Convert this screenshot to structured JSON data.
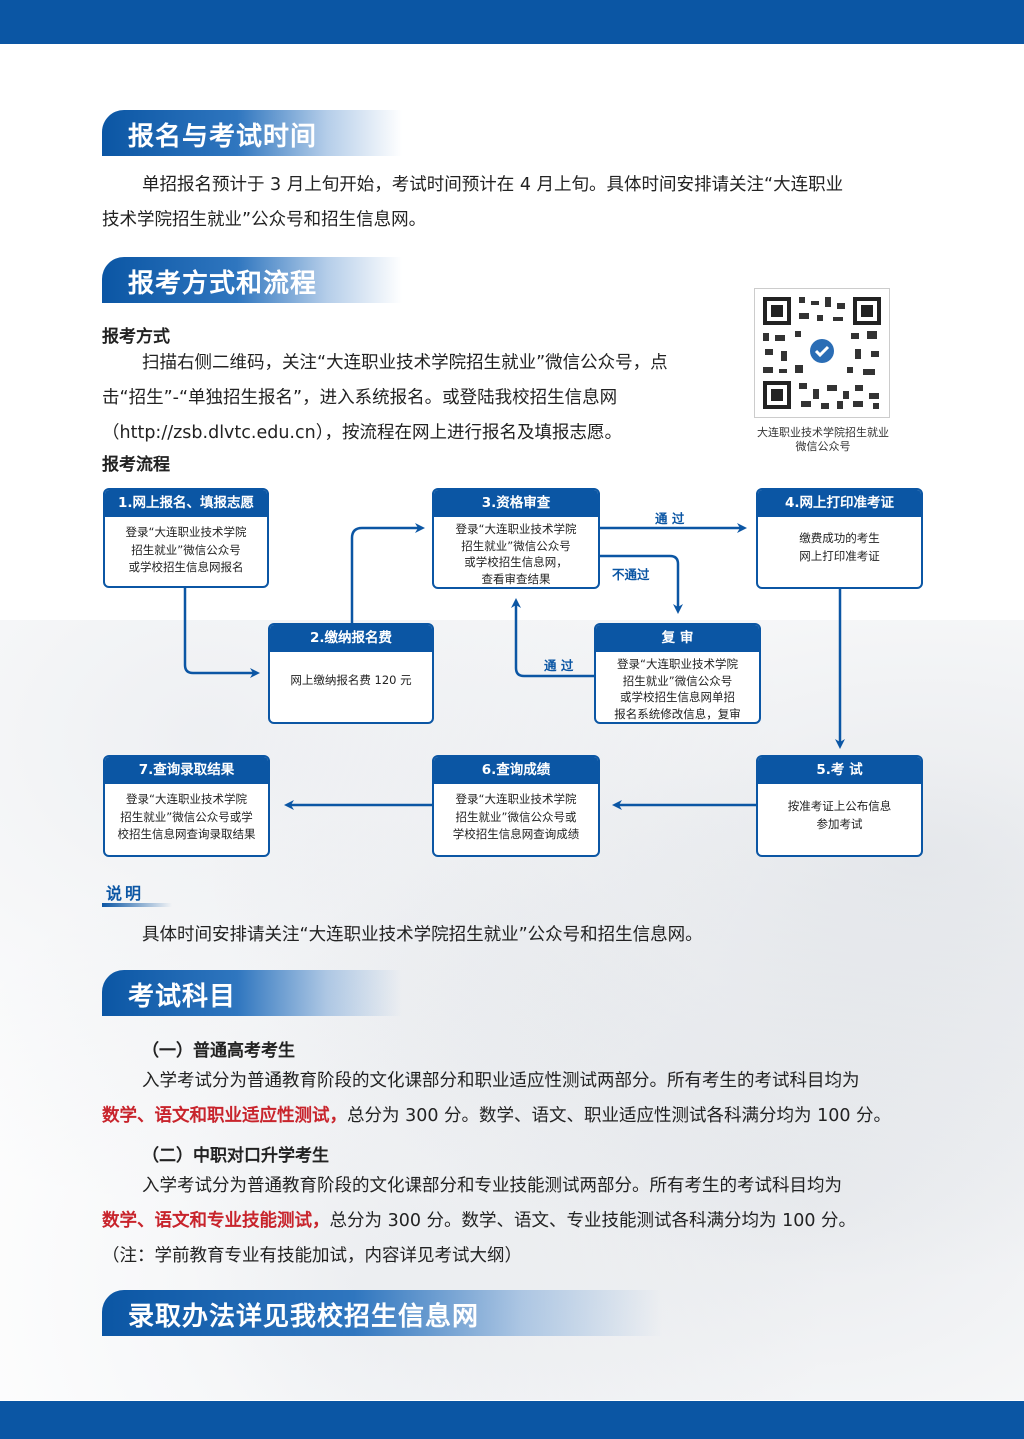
{
  "sections": {
    "s1": {
      "title": "报名与考试时间"
    },
    "s2": {
      "title": "报考方式和流程"
    },
    "s3": {
      "title": "考试科目"
    },
    "s4": {
      "title": "录取办法详见我校招生信息网"
    }
  },
  "time_para": {
    "line1": "单招报名预计于 3 月上旬开始，考试时间预计在 4 月上旬。具体时间安排请关注“大连职业",
    "line2": "技术学院招生就业”公众号和招生信息网。"
  },
  "method": {
    "heading": "报考方式",
    "line1": "扫描右侧二维码，关注“大连职业技术学院招生就业”微信公众号，点",
    "line2": "击“招生”-“单独招生报名”，进入系统报名。或登陆我校招生信息网",
    "line3": "（http://zsb.dlvtc.edu.cn），按流程在网上进行报名及填报志愿。"
  },
  "qr": {
    "caption_line1": "大连职业技术学院招生就业",
    "caption_line2": "微信公众号"
  },
  "process": {
    "heading": "报考流程",
    "step1": {
      "title": "1.网上报名、填报志愿",
      "l1": "登录“大连职业技术学院",
      "l2": "招生就业”微信公众号",
      "l3": "或学校招生信息网报名"
    },
    "step2": {
      "title": "2.缴纳报名费",
      "l1": "网上缴纳报名费 120 元"
    },
    "step3": {
      "title": "3.资格审查",
      "l1": "登录“大连职业技术学院",
      "l2": "招生就业”微信公众号",
      "l3": "或学校招生信息网，",
      "l4": "查看审查结果"
    },
    "step4": {
      "title": "4.网上打印准考证",
      "l1": "缴费成功的考生",
      "l2": "网上打印准考证"
    },
    "review": {
      "title": "复 审",
      "l1": "登录“大连职业技术学院",
      "l2": "招生就业”微信公众号",
      "l3": "或学校招生信息网单招",
      "l4": "报名系统修改信息，复审"
    },
    "step5": {
      "title": "5.考 试",
      "l1": "按准考证上公布信息",
      "l2": "参加考试"
    },
    "step6": {
      "title": "6.查询成绩",
      "l1": "登录“大连职业技术学院",
      "l2": "招生就业”微信公众号或",
      "l3": "学校招生信息网查询成绩"
    },
    "step7": {
      "title": "7.查询录取结果",
      "l1": "登录“大连职业技术学院",
      "l2": "招生就业”微信公众号或学",
      "l3": "校招生信息网查询录取结果"
    },
    "label_pass_top": "通 过",
    "label_fail": "不通过",
    "label_pass_review": "通 过"
  },
  "note": {
    "title": "说明",
    "text": "具体时间安排请关注“大连职业技术学院招生就业”公众号和招生信息网。"
  },
  "subjects": {
    "g1_heading": "（一）普通高考考生",
    "g1_line1": "入学考试分为普通教育阶段的文化课部分和职业适应性测试两部分。所有考生的考试科目均为",
    "g1_red": "数学、语文和职业适应性测试，",
    "g1_rest": "总分为 300 分。数学、语文、职业适应性测试各科满分均为 100 分。",
    "g2_heading": "（二）中职对口升学考生",
    "g2_line1": "入学考试分为普通教育阶段的文化课部分和专业技能测试两部分。所有考生的考试科目均为",
    "g2_red": "数学、语文和专业技能测试，",
    "g2_rest": "总分为 300 分。数学、语文、专业技能测试各科满分均为 100 分。",
    "g2_note": "（注：学前教育专业有技能加试，内容详见考试大纲）"
  },
  "colors": {
    "brand_blue": "#0b56a4",
    "accent_red": "#c8242c"
  }
}
